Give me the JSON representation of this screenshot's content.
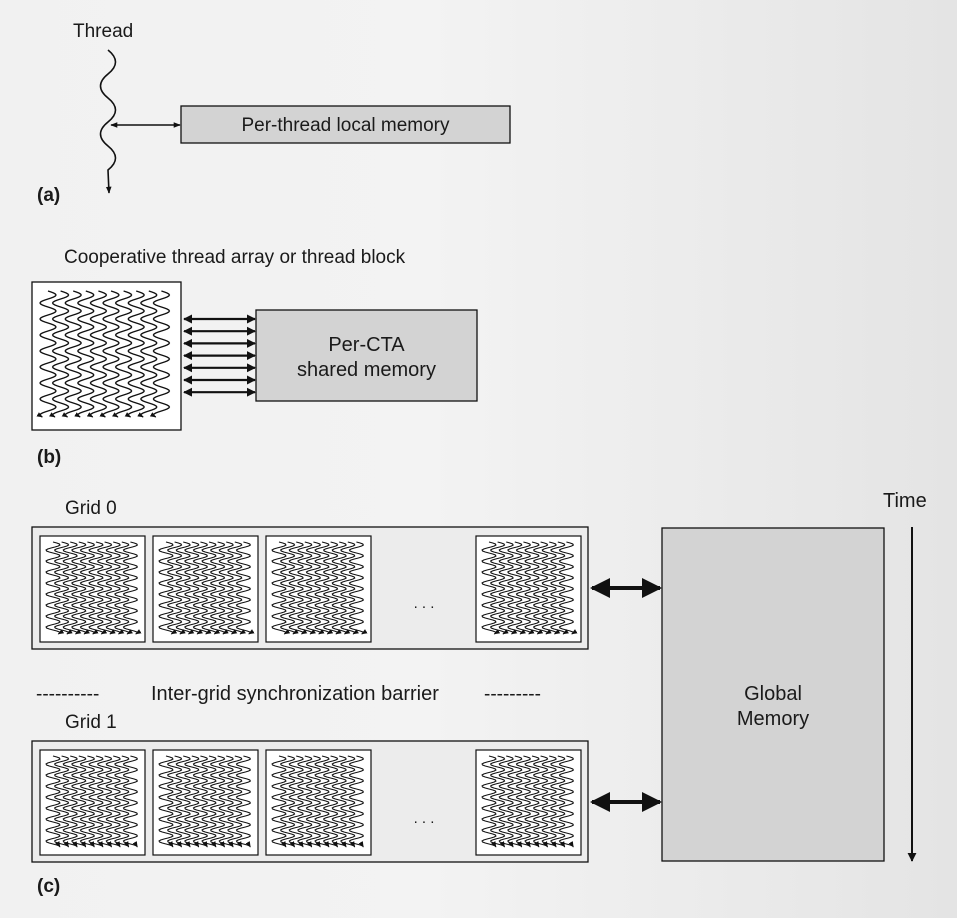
{
  "part_a": {
    "thread_label": "Thread",
    "memory_label": "Per-thread local memory",
    "panel_label": "(a)"
  },
  "part_b": {
    "title": "Cooperative thread array or thread block",
    "memory_line1": "Per-CTA",
    "memory_line2": "shared memory",
    "panel_label": "(b)"
  },
  "part_c": {
    "grid0_label": "Grid 0",
    "grid1_label": "Grid 1",
    "barrier_dashes_left": "----------",
    "barrier_label": "Inter-grid synchronization barrier",
    "barrier_dashes_right": "---------",
    "ellipsis": ". . .",
    "time_label": "Time",
    "global_memory_line1": "Global",
    "global_memory_line2": "Memory",
    "panel_label": "(c)"
  },
  "colors": {
    "memory_fill": "#d3d3d3",
    "stroke": "#111111",
    "grid_fill": "#ececec",
    "block_fill": "#ffffff"
  }
}
